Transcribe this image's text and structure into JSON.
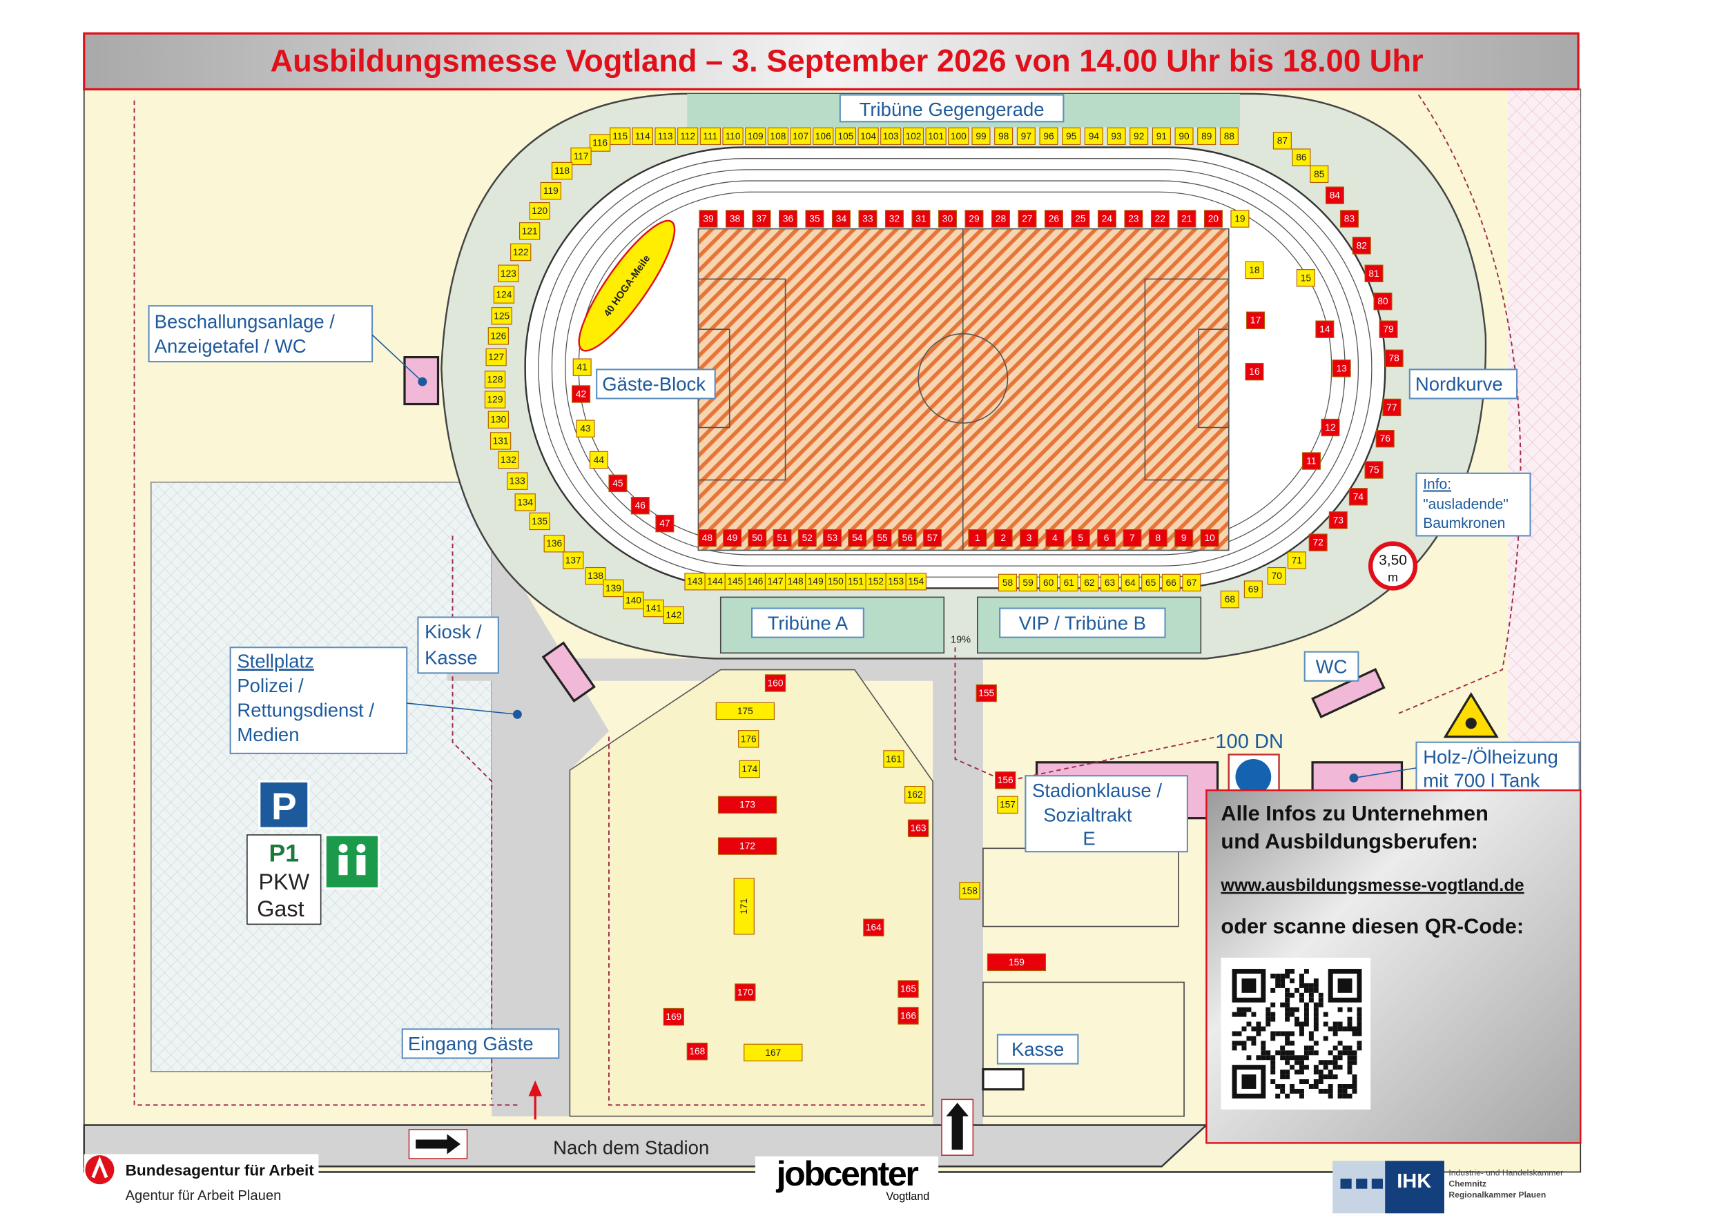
{
  "title": "Ausbildungsmesse Vogtland – 3. September 2026 von 14.00 Uhr bis 18.00 Uhr",
  "map_labels": {
    "tribune_gegengerade": "Tribüne Gegengerade",
    "beschallung": [
      "Beschallungsanlage /",
      "Anzeigetafel / WC"
    ],
    "gaeste_block": "Gäste-Block",
    "nordkurve": "Nordkurve",
    "info_baumkronen": [
      "Info:",
      "\"ausladende\"",
      "Baumkronen"
    ],
    "height_limit": [
      "3,50",
      "m"
    ],
    "tribune_a": "Tribüne A",
    "vip_tribune_b": "VIP / Tribüne B",
    "gradient": "19%",
    "kiosk": [
      "Kiosk /",
      "Kasse"
    ],
    "stellplatz": [
      "Stellplatz",
      "Polizei /",
      "Rettungsdienst /",
      "Medien"
    ],
    "wc": "WC",
    "dn": "100 DN",
    "heizung": [
      "Holz-/Ölheizung",
      "mit 700 l Tank"
    ],
    "stadionklause": [
      "Stadionklause /",
      "Sozialtrakt",
      "E"
    ],
    "parking_sign": "P",
    "parking_lot": [
      "P1",
      "PKW",
      "Gast"
    ],
    "eingang_gaeste": "Eingang Gäste",
    "kasse": "Kasse",
    "street": "Nach dem Stadion",
    "hoga_meile": "40 HOGA-Meile"
  },
  "booths": {
    "yellow": [
      15,
      18,
      19,
      41,
      43,
      44,
      58,
      59,
      60,
      61,
      62,
      63,
      64,
      65,
      66,
      67,
      68,
      69,
      70,
      71,
      85,
      86,
      87,
      88,
      89,
      90,
      91,
      92,
      93,
      94,
      95,
      96,
      97,
      98,
      99,
      100,
      101,
      102,
      103,
      104,
      105,
      106,
      107,
      108,
      109,
      110,
      111,
      112,
      113,
      114,
      115,
      116,
      117,
      118,
      119,
      120,
      121,
      122,
      123,
      124,
      125,
      126,
      127,
      128,
      129,
      130,
      131,
      132,
      133,
      134,
      135,
      136,
      137,
      138,
      139,
      140,
      141,
      142,
      143,
      144,
      145,
      146,
      147,
      148,
      149,
      150,
      151,
      152,
      153,
      154,
      157,
      158,
      161,
      162,
      167,
      171,
      174,
      175,
      176
    ],
    "red": [
      1,
      2,
      3,
      4,
      5,
      6,
      7,
      8,
      9,
      10,
      11,
      12,
      13,
      14,
      16,
      17,
      20,
      21,
      22,
      23,
      24,
      25,
      26,
      27,
      28,
      29,
      30,
      31,
      32,
      33,
      34,
      35,
      36,
      37,
      38,
      39,
      42,
      45,
      46,
      47,
      48,
      49,
      50,
      51,
      52,
      53,
      54,
      55,
      56,
      57,
      72,
      73,
      74,
      75,
      76,
      77,
      78,
      79,
      80,
      81,
      82,
      83,
      84,
      155,
      156,
      159,
      160,
      163,
      164,
      165,
      166,
      168,
      169,
      170,
      172,
      173
    ]
  },
  "info_box": {
    "heading": [
      "Alle Infos zu Unternehmen",
      "und Ausbildungsberufen:"
    ],
    "url": "www.ausbildungsmesse-vogtland.de",
    "qr_prompt": "oder scanne diesen QR-Code:"
  },
  "logos": {
    "ba_name": "Bundesagentur für Arbeit",
    "ba_sub": "Agentur für Arbeit Plauen",
    "jobcenter": "jobcenter",
    "jobcenter_sub": "Vogtland",
    "ihk": "IHK",
    "ihk_lines": [
      "Industrie- und Handelskammer",
      "Chemnitz",
      "Regionalkammer Plauen"
    ]
  },
  "colors": {
    "title_red": "#e0101a",
    "booth_yellow": "#ffee00",
    "booth_red": "#e8000b",
    "label_blue": "#1d5a9c"
  }
}
